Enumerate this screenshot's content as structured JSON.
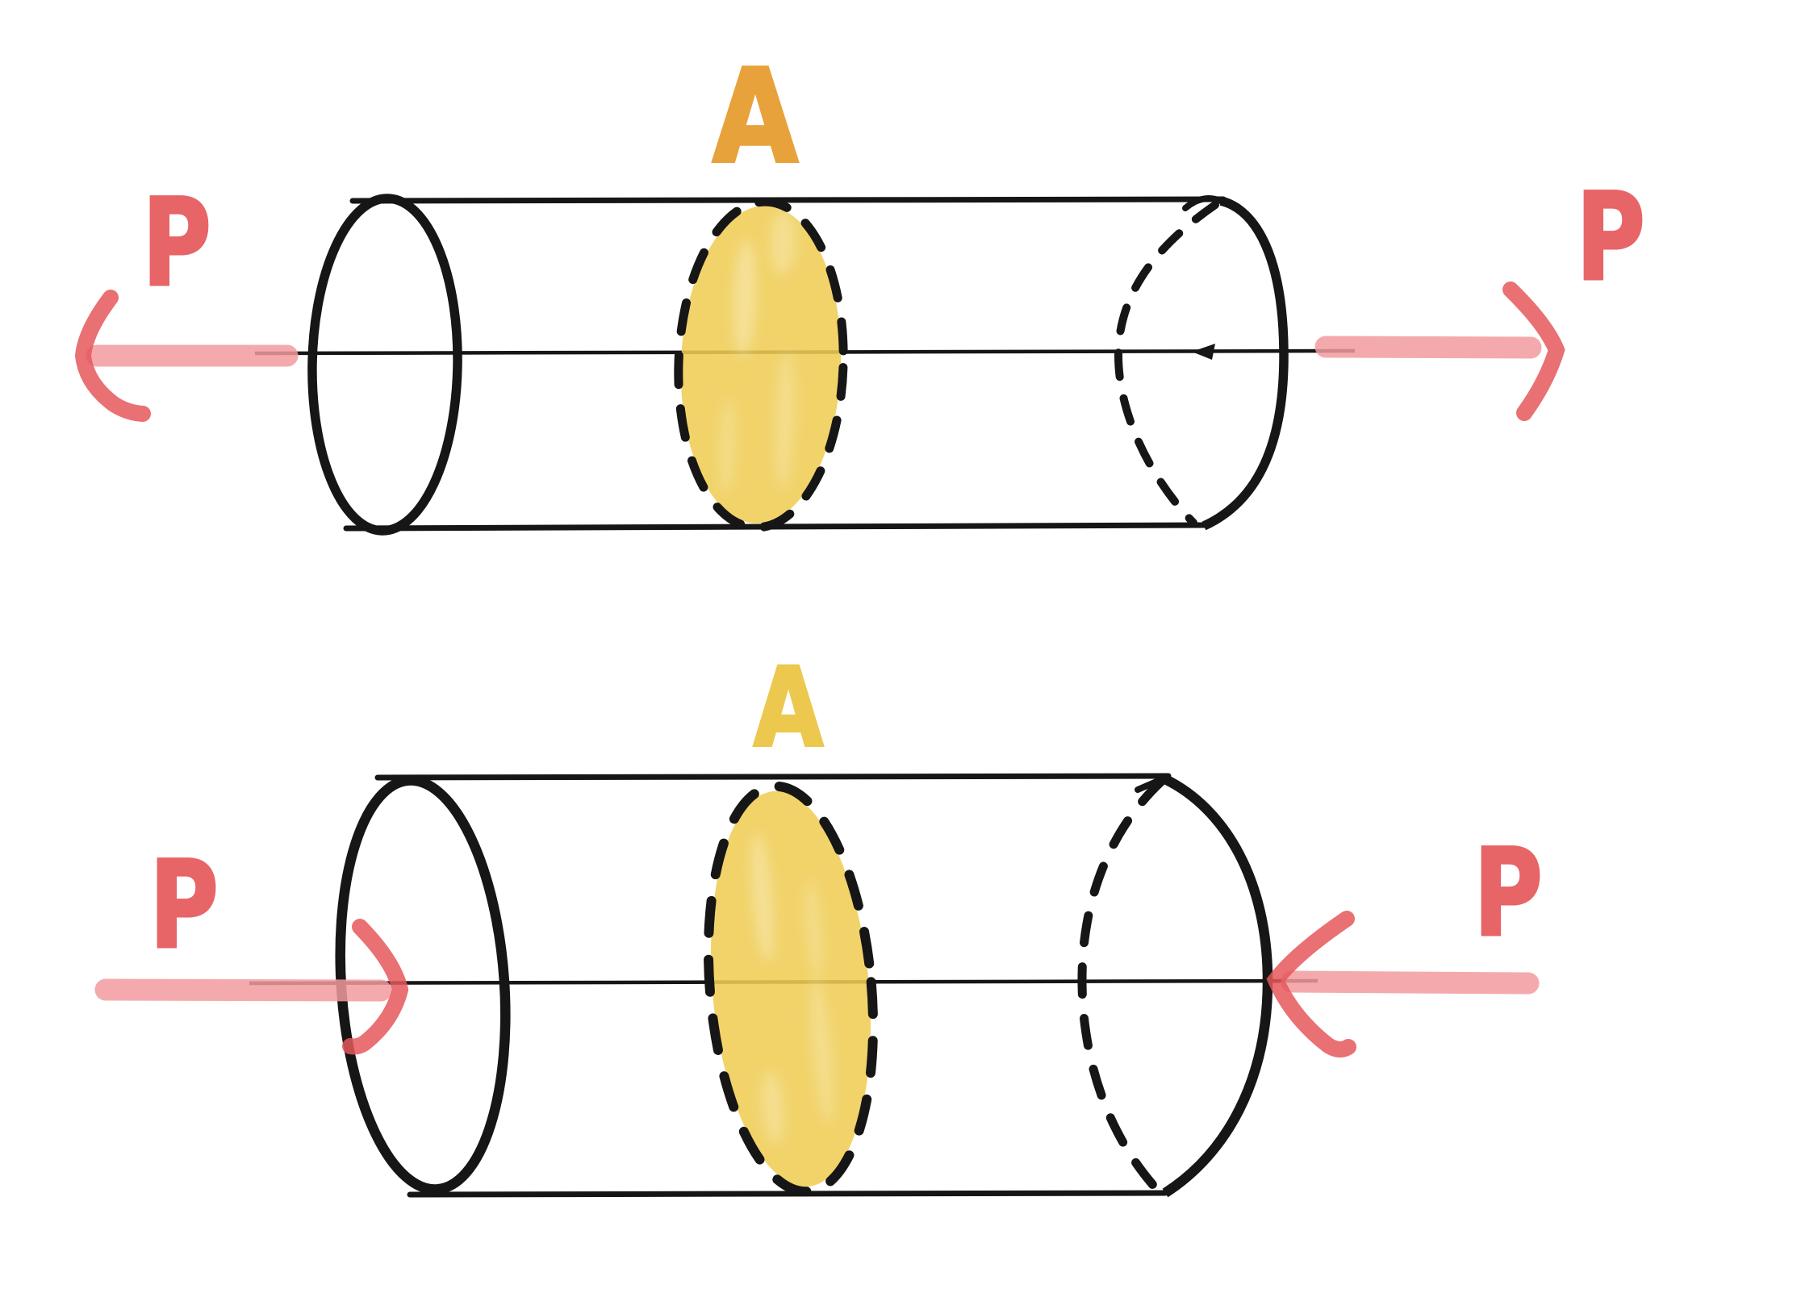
{
  "page": {
    "background": "#ffffff"
  },
  "colors": {
    "page": "#ffffff",
    "ink": "#161616",
    "red": "#e5575b",
    "red_soft": "#f29b9d",
    "orange": "#e8a23b",
    "yellow": "#efcd55",
    "yellow_label": "#ecc84e",
    "white_streak": "#ffffff"
  },
  "tension_figure": {
    "area_label": "A",
    "left_force_label": "P",
    "right_force_label": "P"
  },
  "compression_figure": {
    "area_label": "A",
    "left_force_label": "P",
    "right_force_label": "P"
  }
}
